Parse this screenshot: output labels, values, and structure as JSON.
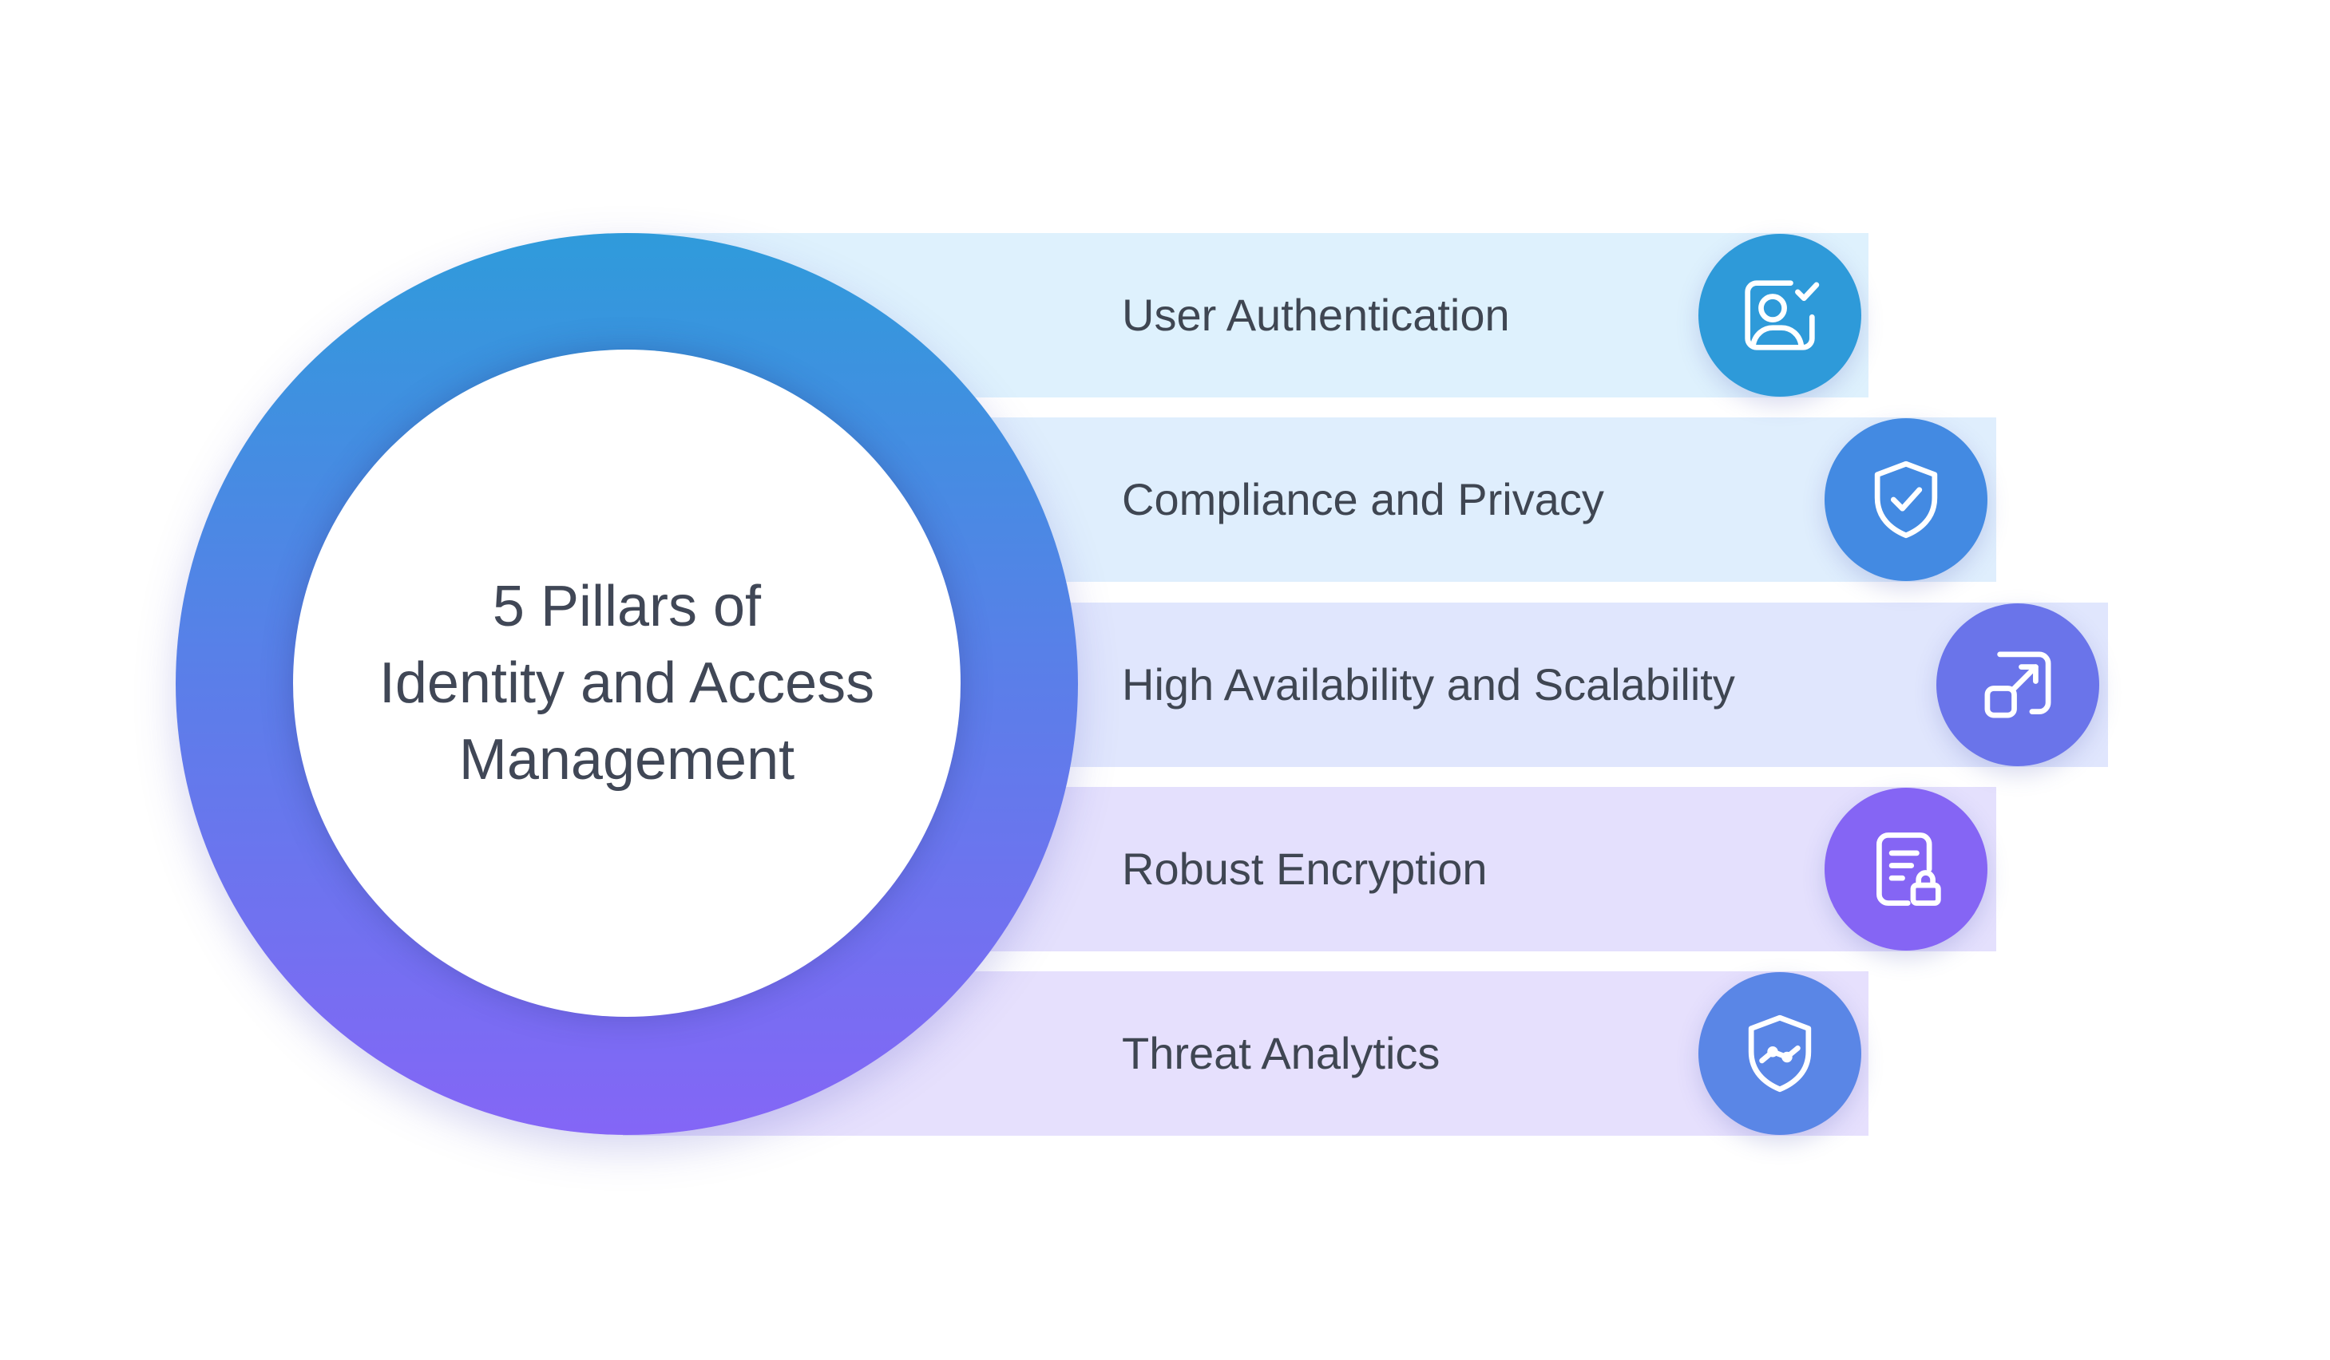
{
  "center": {
    "line1": "5 Pillars of",
    "line2": "Identity and Access",
    "line3": "Management"
  },
  "pillars": [
    {
      "label": "User Authentication",
      "icon": "user-check-icon",
      "color": "#2e9ad9"
    },
    {
      "label": "Compliance and Privacy",
      "icon": "shield-check-icon",
      "color": "#438ae2"
    },
    {
      "label": "High Availability and Scalability",
      "icon": "scale-up-arrow-icon",
      "color": "#6a74ea"
    },
    {
      "label": "Robust Encryption",
      "icon": "document-lock-icon",
      "color": "#8565f4"
    },
    {
      "label": "Threat Analytics",
      "icon": "shield-analytics-icon",
      "color": "#5a86e6"
    }
  ]
}
